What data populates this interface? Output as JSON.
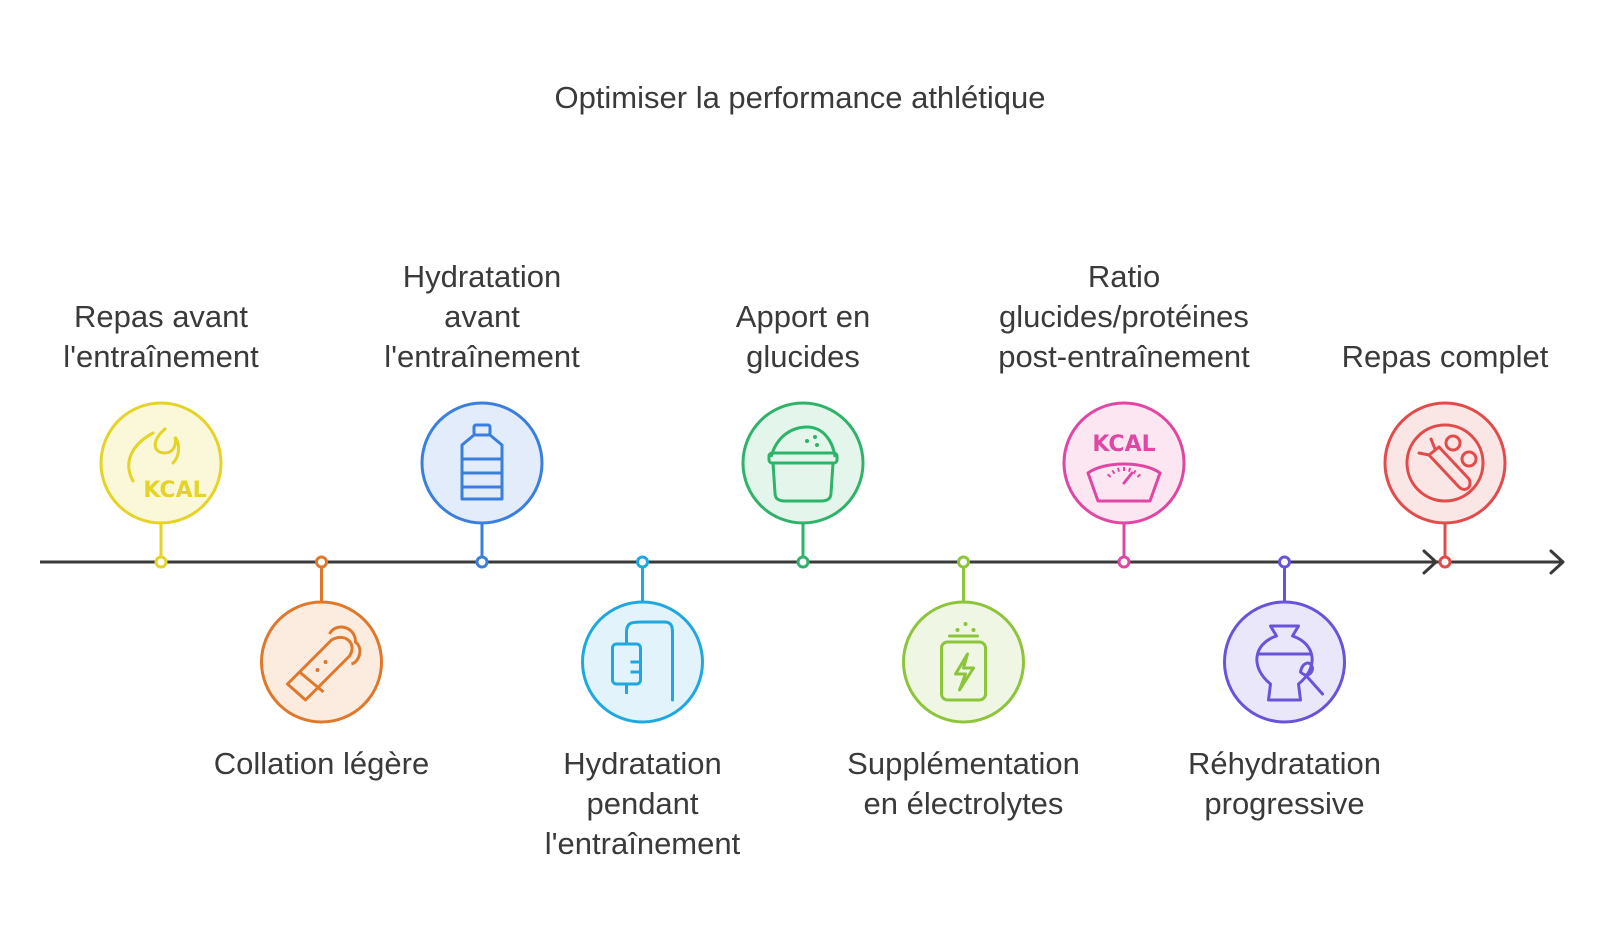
{
  "title": "Optimiser la performance athlétique",
  "steps": [
    {
      "label": "Repas avant\nl'entraînement",
      "icon": "kcal-flame-icon",
      "color": "#e5d325",
      "fill": "#fbf8d9",
      "side": "top"
    },
    {
      "label": "Collation légère",
      "icon": "burrito-icon",
      "color": "#e0782b",
      "fill": "#fcece0",
      "side": "bottom"
    },
    {
      "label": "Hydratation\navant\nl'entraînement",
      "icon": "water-bottle-icon",
      "color": "#3a7fde",
      "fill": "#e3ecfb",
      "side": "top"
    },
    {
      "label": "Hydratation\npendant\nl'entraînement",
      "icon": "iv-drip-icon",
      "color": "#1fa8df",
      "fill": "#e2f3fb",
      "side": "bottom"
    },
    {
      "label": "Apport en\nglucides",
      "icon": "grain-sack-icon",
      "color": "#2fb36b",
      "fill": "#e4f6ec",
      "side": "top"
    },
    {
      "label": "Supplémentation\nen électrolytes",
      "icon": "energy-can-icon",
      "color": "#8cc43a",
      "fill": "#eff7e4",
      "side": "bottom"
    },
    {
      "label": "Ratio\nglucides/protéines\npost-entraînement",
      "icon": "kcal-scale-icon",
      "color": "#df47a3",
      "fill": "#fbe6f2",
      "side": "top"
    },
    {
      "label": "Réhydratation\nprogressive",
      "icon": "vase-brush-icon",
      "color": "#6a53d9",
      "fill": "#ebe7fb",
      "side": "bottom"
    },
    {
      "label": "Repas complet",
      "icon": "plate-carrot-icon",
      "color": "#e34b4b",
      "fill": "#fbe6e6",
      "side": "top"
    }
  ]
}
